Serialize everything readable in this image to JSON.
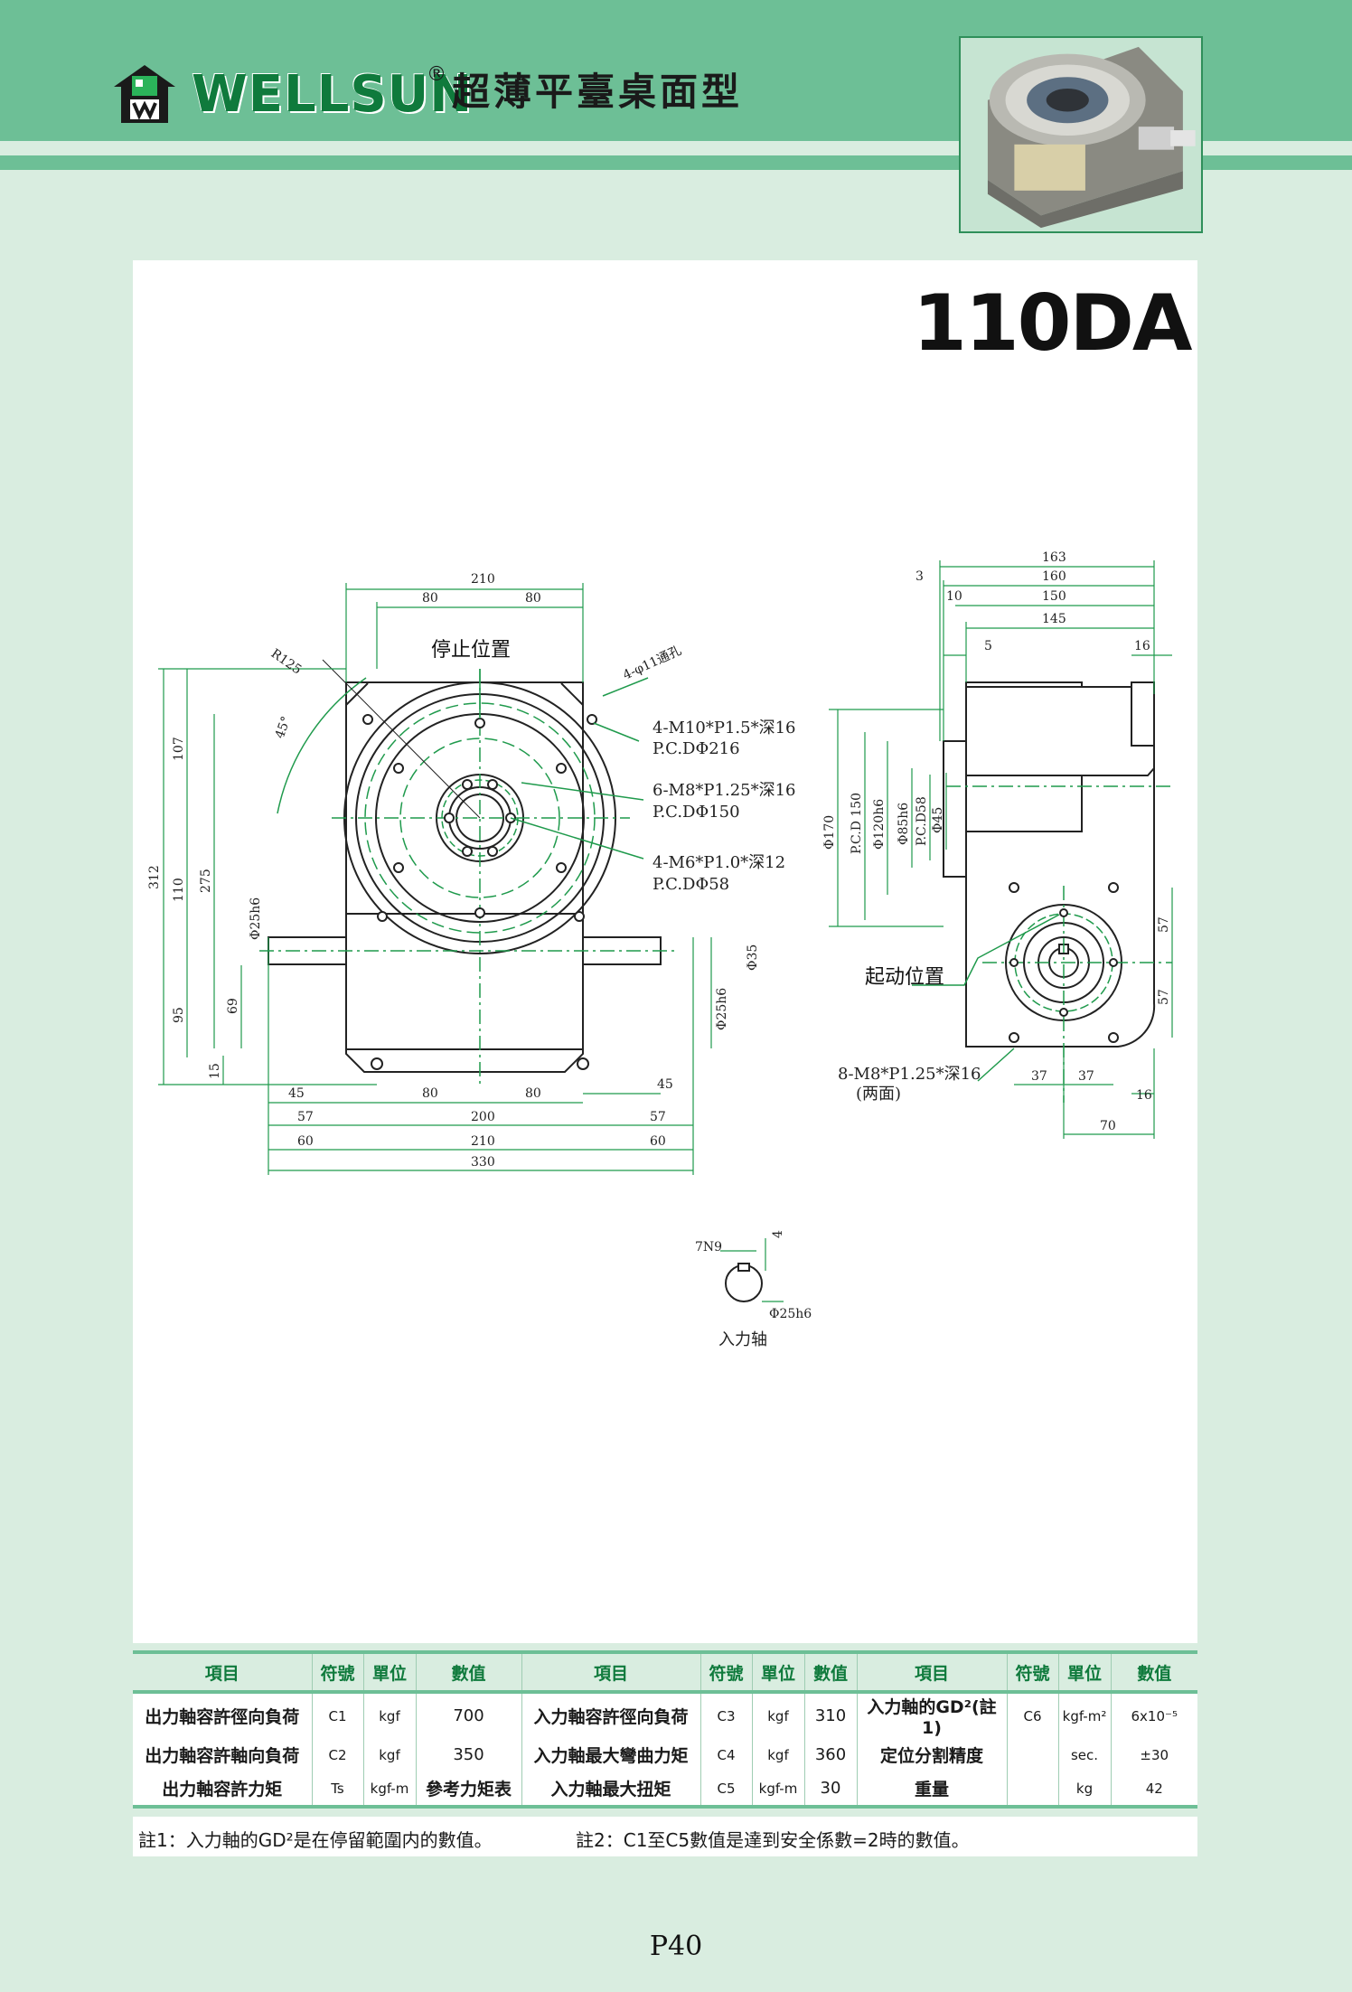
{
  "header": {
    "brand": "WELLSUN",
    "registered_mark": "®",
    "subtitle": "超薄平臺桌面型"
  },
  "model": "110DA",
  "drawing": {
    "front_dims": {
      "top_210": "210",
      "top_80a": "80",
      "top_80b": "80",
      "r125": "R125",
      "angle45": "45°",
      "holes_4phi11": "4-φ11通孔",
      "left_312": "312",
      "left_107": "107",
      "left_110": "110",
      "left_275": "275",
      "left_95": "95",
      "left_69": "69",
      "left_15": "15",
      "shaft_left": "Φ25h6",
      "shaft_right": "Φ25h6",
      "dia35": "Φ35",
      "bot_45a": "45",
      "bot_45b": "45",
      "bot_80a": "80",
      "bot_80b": "80",
      "bot_57a": "57",
      "bot_200": "200",
      "bot_57b": "57",
      "bot_60a": "60",
      "bot_210": "210",
      "bot_60b": "60",
      "bot_330": "330"
    },
    "callouts": {
      "stop_position": "停止位置",
      "m10": "4-M10*P1.5*深16",
      "m10_pcd": "P.C.DΦ216",
      "m8": "6-M8*P1.25*深16",
      "m8_pcd": "P.C.DΦ150",
      "m6": "4-M6*P1.0*深12",
      "m6_pcd": "P.C.DΦ58",
      "start_position": "起动位置",
      "m8_side": "8-M8*P1.25*深16",
      "both_sides": "(两面)"
    },
    "side_dims": {
      "d163": "163",
      "d3": "3",
      "d160": "160",
      "d10": "10",
      "d150": "150",
      "d145": "145",
      "d5": "5",
      "d16_top": "16",
      "phi170": "Φ170",
      "pcd150": "P.C.D 150",
      "phi120": "Φ120h6",
      "phi85": "Φ85h6",
      "pcd58": "P.C.D58",
      "phi45": "Φ45",
      "d57a": "57",
      "d57b": "57",
      "d37a": "37",
      "d37b": "37",
      "d16_bot": "16",
      "d70": "70"
    },
    "shaft": {
      "key": "7N9",
      "depth": "4",
      "dia": "Φ25h6",
      "label": "入力轴"
    }
  },
  "table": {
    "headers": [
      "項目",
      "符號",
      "單位",
      "數值",
      "項目",
      "符號",
      "單位",
      "數值",
      "項目",
      "符號",
      "單位",
      "數值"
    ],
    "rows": [
      [
        "出力軸容許徑向負荷",
        "C1",
        "kgf",
        "700",
        "入力軸容許徑向負荷",
        "C3",
        "kgf",
        "310",
        "入力軸的GD²(註1)",
        "C6",
        "kgf-m²",
        "6x10⁻⁵"
      ],
      [
        "出力軸容許軸向負荷",
        "C2",
        "kgf",
        "350",
        "入力軸最大彎曲力矩",
        "C4",
        "kgf",
        "360",
        "定位分割精度",
        "",
        "sec.",
        "±30"
      ],
      [
        "出力軸容許力矩",
        "Ts",
        "kgf-m",
        "參考力矩表",
        "入力軸最大扭矩",
        "C5",
        "kgf-m",
        "30",
        "重量",
        "",
        "kg",
        "42"
      ]
    ]
  },
  "notes": {
    "note1": "註1：入力軸的GD²是在停留範圍内的數值。",
    "note2": "註2：C1至C5數值是達到安全係數=2時的數值。"
  },
  "page_number": "P40",
  "colors": {
    "band": "#6dbf96",
    "background": "#d9ede0",
    "brand_green": "#0f7a3c",
    "drawing_green": "#1f9a4c"
  }
}
